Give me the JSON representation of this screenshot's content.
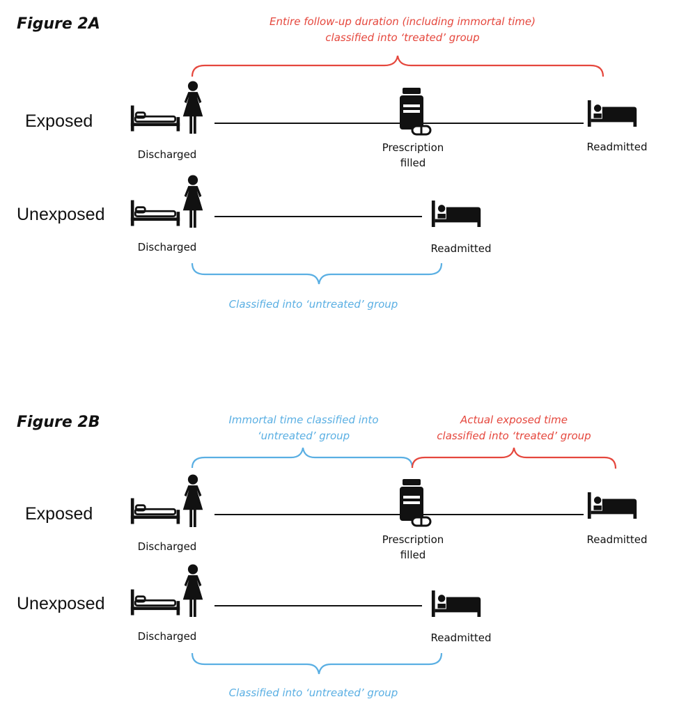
{
  "colors": {
    "red": "#e5473d",
    "blue": "#5aafe3",
    "ink": "#111111"
  },
  "figure_a": {
    "title": "Figure 2A",
    "top_note": [
      "Entire follow-up duration (including immortal time)",
      "classified into ‘treated’ group"
    ],
    "exposed": {
      "label": "Exposed",
      "start_label": "Discharged",
      "mid_label": [
        "Prescription",
        "filled"
      ],
      "end_label": "Readmitted"
    },
    "unexposed": {
      "label": "Unexposed",
      "start_label": "Discharged",
      "end_label": "Readmitted"
    },
    "bottom_note": "Classified into ‘untreated’ group"
  },
  "figure_b": {
    "title": "Figure 2B",
    "top_note_left": [
      "Immortal time classified into",
      "‘untreated’ group"
    ],
    "top_note_right": [
      "Actual exposed time",
      "classified into ‘treated’ group"
    ],
    "exposed": {
      "label": "Exposed",
      "start_label": "Discharged",
      "mid_label": [
        "Prescription",
        "filled"
      ],
      "end_label": "Readmitted"
    },
    "unexposed": {
      "label": "Unexposed",
      "start_label": "Discharged",
      "end_label": "Readmitted"
    },
    "bottom_note": "Classified into ‘untreated’ group"
  },
  "icons": [
    "bed-icon",
    "woman-icon",
    "pill-bottle-icon",
    "hospital-bed-icon"
  ]
}
